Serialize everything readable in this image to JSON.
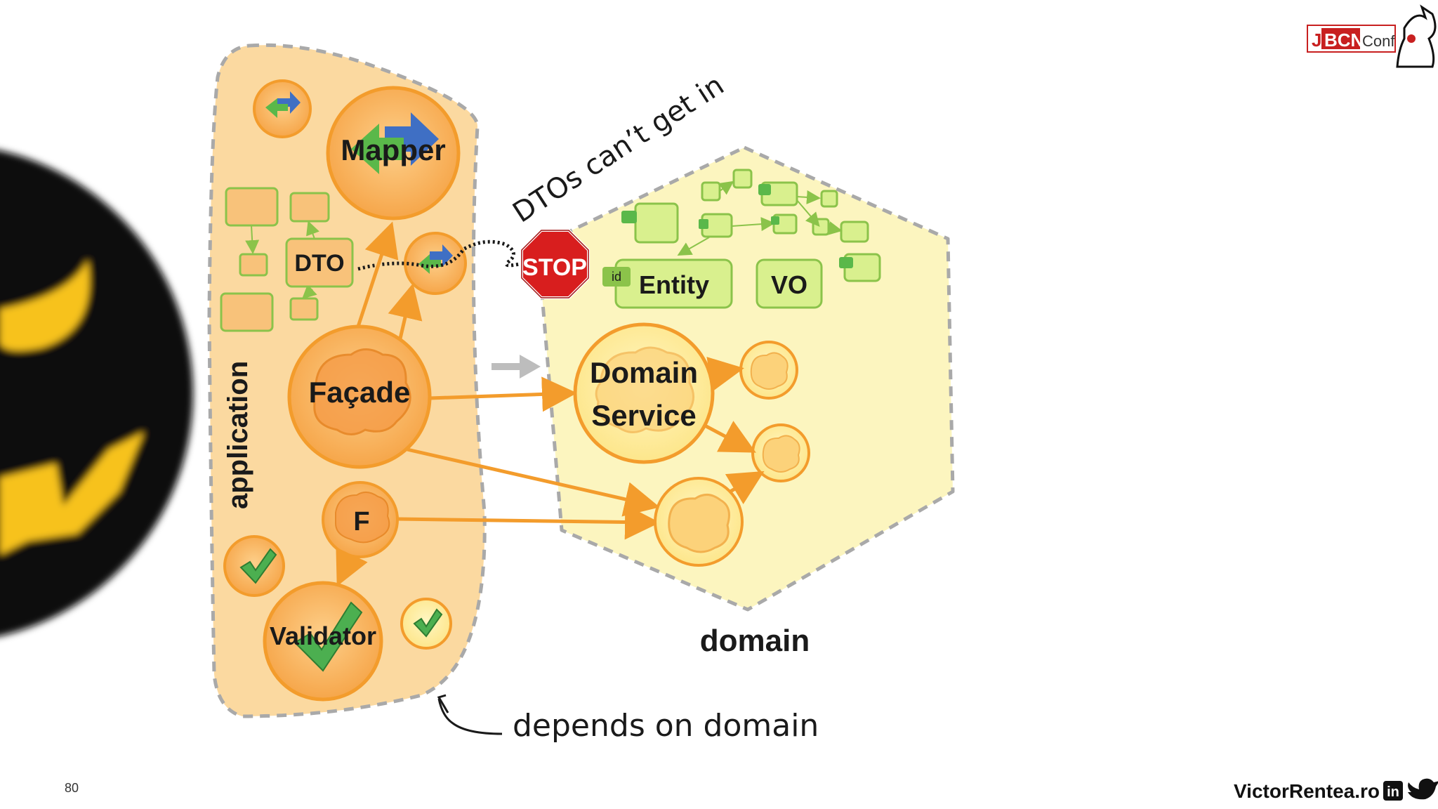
{
  "slide": {
    "page_number": "80",
    "footer_site": "VictorRentea.ro",
    "conference_logo": {
      "j": "J",
      "bcn": "BCN",
      "conf": "Conf"
    },
    "social_icons": [
      "linkedin-icon",
      "twitter-icon"
    ]
  },
  "diagram": {
    "application_label": "application",
    "domain_label": "domain",
    "annotation_dtos": "DTOs can’t get in",
    "annotation_depends": "depends on domain",
    "stop_sign": "STOP",
    "nodes": {
      "mapper": "Mapper",
      "dto": "DTO",
      "facade": "Façade",
      "f": "F",
      "validator": "Validator",
      "domain_service_line1": "Domain",
      "domain_service_line2": "Service",
      "entity": "Entity",
      "entity_id": "id",
      "vo": "VO"
    },
    "colors": {
      "application_fill": "#fbd9a0",
      "domain_fill": "#fcf5bf",
      "orange_node": "#f8ae55",
      "orange_stroke": "#f39c2c",
      "green_box": "#d9f08e",
      "green_stroke": "#8bc34a",
      "arrow": "#f39c2c",
      "stop_red": "#d81e1e"
    }
  }
}
